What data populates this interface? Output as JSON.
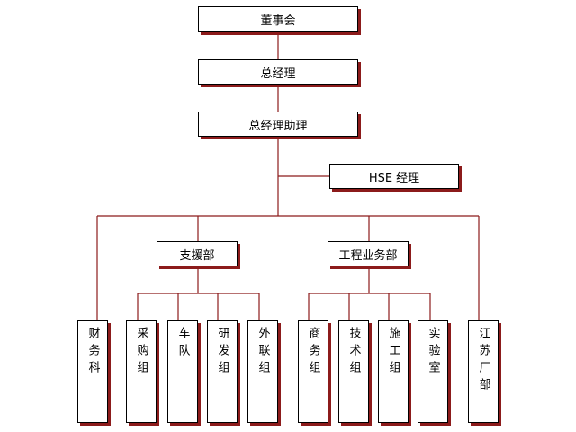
{
  "diagram": {
    "colors": {
      "line": "#8c1b1b",
      "border": "#000000",
      "shadow": "#8c1b1b"
    },
    "board": "董事会",
    "gm": "总经理",
    "assistant": "总经理助理",
    "hse": "HSE 经理",
    "support": "支援部",
    "engineering": "工程业务部",
    "finance": "财务科",
    "purchase": "采购组",
    "fleet": "车队",
    "rnd": "研发组",
    "external": "外联组",
    "business": "商务组",
    "technical": "技术组",
    "construction": "施工组",
    "lab": "实验室",
    "jiangsu": "江苏厂部"
  }
}
